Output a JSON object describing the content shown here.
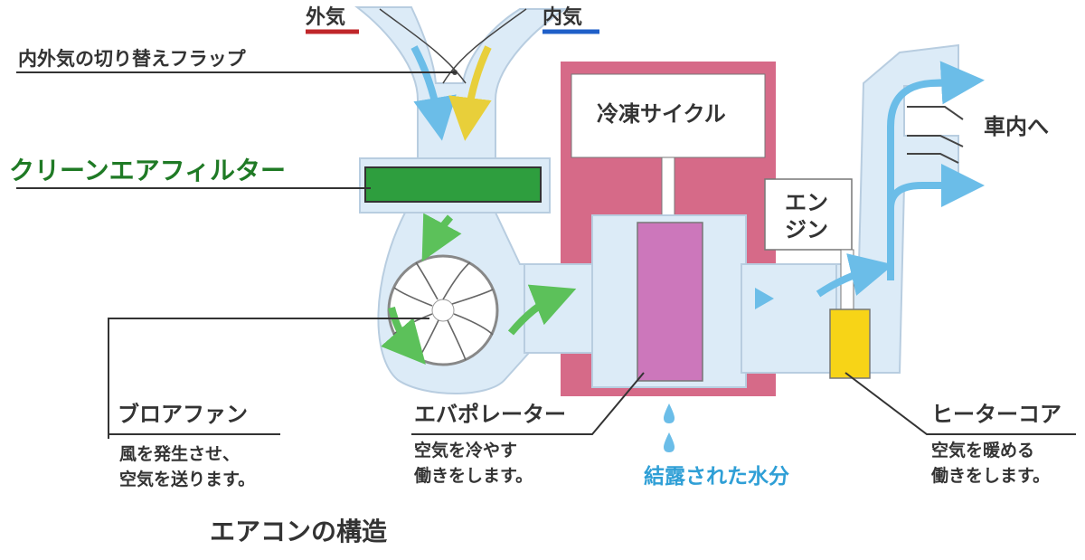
{
  "labels": {
    "outside_air": "外気",
    "inside_air": "内気",
    "flap": "内外気の切り替えフラップ",
    "filter": "クリーンエアフィルター",
    "refrigeration_cycle": "冷凍サイクル",
    "engine_line1": "エン",
    "engine_line2": "ジン",
    "to_cabin": "車内へ",
    "fan_title": "ブロアファン",
    "fan_desc1": "風を発生させ、",
    "fan_desc2": "空気を送ります。",
    "evap_title": "エバポレーター",
    "evap_desc1": "空気を冷やす",
    "evap_desc2": "働きをします。",
    "condensed_water": "結露された水分",
    "heater_title": "ヒーターコア",
    "heater_desc1": "空気を暖める",
    "heater_desc2": "働きをします。",
    "caption": "エアコンの構造"
  },
  "colors": {
    "duct": "#dcebf7",
    "duct_edge": "#b8cde0",
    "refrigeration_frame": "#d66a88",
    "evaporator": "#cc77bb",
    "heater_core": "#f7d417",
    "filter": "#2e9e3e",
    "green_arrow": "#5cc15a",
    "blue_arrow": "#6bbde8",
    "yellow_arrow": "#e8cf3a",
    "outside_underline": "#c0262a",
    "inside_underline": "#1f5fc8",
    "filter_text": "#1f7a25",
    "water_text": "#2f9fd6"
  }
}
